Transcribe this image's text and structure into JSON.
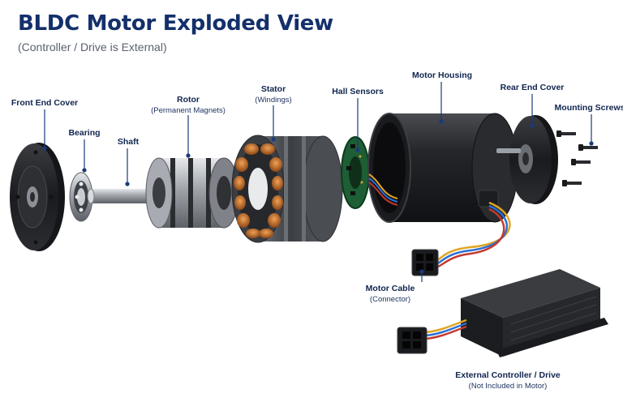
{
  "title": "BLDC Motor Exploded View",
  "subtitle": "(Controller / Drive is External)",
  "labels": {
    "front_end_cover": "Front End Cover",
    "bearing": "Bearing",
    "shaft": "Shaft",
    "rotor": "Rotor",
    "rotor_sub": "(Permanent Magnets)",
    "stator": "Stator",
    "stator_sub": "(Windings)",
    "hall_sensors": "Hall Sensors",
    "motor_housing": "Motor Housing",
    "rear_end_cover": "Rear End Cover",
    "mounting_screws": "Mounting Screws",
    "motor_cable": "Motor Cable",
    "motor_cable_sub": "(Connector)",
    "controller": "External Controller / Drive",
    "controller_sub": "(Not Included in Motor)"
  },
  "colors": {
    "title": "#14306b",
    "label": "#10254f",
    "leader": "#1b3a7a",
    "metal_dark": "#1e1f22",
    "steel": "#b8bcc2",
    "copper": "#c8742e",
    "pcb": "#1f6b3a"
  }
}
